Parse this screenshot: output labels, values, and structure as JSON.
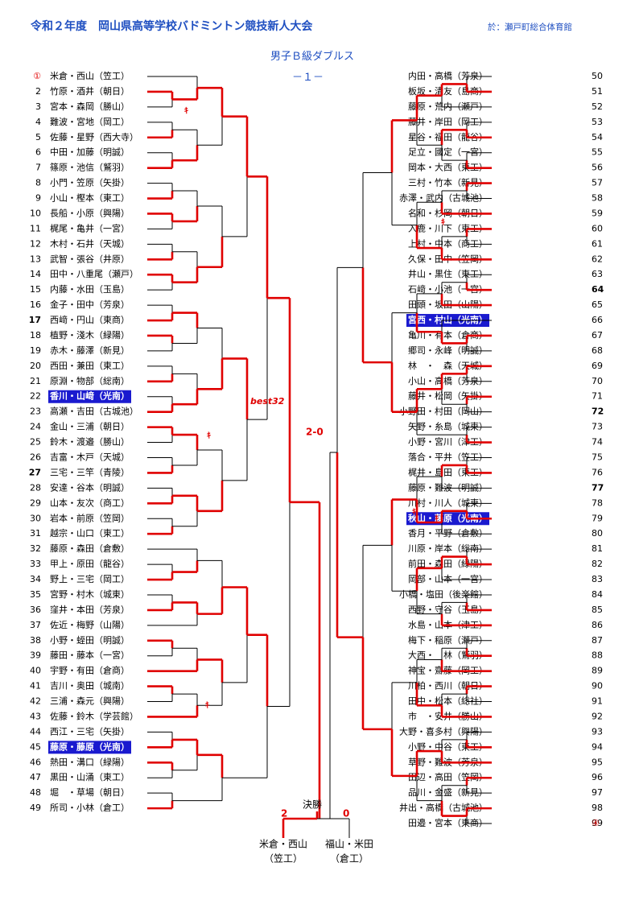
{
  "header": {
    "title": "令和２年度　岡山県高等学校バドミントン競技新人大会",
    "venue": "於：瀬戸町総合体育館",
    "event": "男子Ｂ級ダブルス",
    "page": "－１－"
  },
  "labels": {
    "best32": "best32",
    "semi_score": "2-0",
    "final_label": "決勝",
    "final_score_left": "2",
    "final_score_right": "0",
    "forfeit_mark": "ｷ"
  },
  "finalists": {
    "left_names": "米倉・西山",
    "left_school": "（笠工）",
    "right_names": "福山・米田",
    "right_school": "（倉工）"
  },
  "left_entries": [
    {
      "num": "①",
      "name": "米倉・西山（笠工）"
    },
    {
      "num": "2",
      "name": "竹原・酒井（朝日）"
    },
    {
      "num": "3",
      "name": "宮本・森岡（勝山）"
    },
    {
      "num": "4",
      "name": "難波・宮地（岡工）"
    },
    {
      "num": "5",
      "name": "佐藤・星野（西大寺）"
    },
    {
      "num": "6",
      "name": "中田・加藤（明誠）"
    },
    {
      "num": "7",
      "name": "篠原・池信（鷲羽）"
    },
    {
      "num": "8",
      "name": "小門・笠原（矢掛）"
    },
    {
      "num": "9",
      "name": "小山・樫本（東工）"
    },
    {
      "num": "10",
      "name": "長船・小原（興陽）"
    },
    {
      "num": "11",
      "name": "梶尾・亀井（一宮）"
    },
    {
      "num": "12",
      "name": "木村・石井（天城）"
    },
    {
      "num": "13",
      "name": "武智・張谷（井原）"
    },
    {
      "num": "14",
      "name": "田中・八重尾（瀬戸）"
    },
    {
      "num": "15",
      "name": "内藤・水田（玉島）"
    },
    {
      "num": "16",
      "name": "金子・田中（芳泉）"
    },
    {
      "num": "17",
      "name": "西﨑・円山（東商）"
    },
    {
      "num": "18",
      "name": "植野・淺木（緑陽）"
    },
    {
      "num": "19",
      "name": "赤木・藤澤（新見）"
    },
    {
      "num": "20",
      "name": "西田・兼田（東工）"
    },
    {
      "num": "21",
      "name": "原淵・物部（総南）"
    },
    {
      "num": "22",
      "name": "香川・山﨑（光南）"
    },
    {
      "num": "23",
      "name": "高瀬・吉田（古城池）"
    },
    {
      "num": "24",
      "name": "金山・三浦（朝日）"
    },
    {
      "num": "25",
      "name": "鈴木・渡邉（勝山）"
    },
    {
      "num": "26",
      "name": "吉富・木戸（天城）"
    },
    {
      "num": "27",
      "name": "三宅・三竿（青陵）"
    },
    {
      "num": "28",
      "name": "安達・谷本（明誠）"
    },
    {
      "num": "29",
      "name": "山本・友次（商工）"
    },
    {
      "num": "30",
      "name": "岩本・前原（笠岡）"
    },
    {
      "num": "31",
      "name": "越宗・山口（東工）"
    },
    {
      "num": "32",
      "name": "藤原・森田（倉敷）"
    },
    {
      "num": "33",
      "name": "甲上・原田（龍谷）"
    },
    {
      "num": "34",
      "name": "野上・三宅（岡工）"
    },
    {
      "num": "35",
      "name": "宮野・村木（城東）"
    },
    {
      "num": "36",
      "name": "窪井・本田（芳泉）"
    },
    {
      "num": "37",
      "name": "佐近・梅野（山陽）"
    },
    {
      "num": "38",
      "name": "小野・蛭田（明誠）"
    },
    {
      "num": "39",
      "name": "藤田・藤本（一宮）"
    },
    {
      "num": "40",
      "name": "宇野・有田（倉商）"
    },
    {
      "num": "41",
      "name": "吉川・奥田（城南）"
    },
    {
      "num": "42",
      "name": "三浦・森元（興陽）"
    },
    {
      "num": "43",
      "name": "佐藤・鈴木（学芸館）"
    },
    {
      "num": "44",
      "name": "西江・三宅（矢掛）"
    },
    {
      "num": "45",
      "name": "藤原・藤原（光南）"
    },
    {
      "num": "46",
      "name": "熱田・溝口（緑陽）"
    },
    {
      "num": "47",
      "name": "黒田・山涌（東工）"
    },
    {
      "num": "48",
      "name": "堀　・草場（朝日）"
    },
    {
      "num": "49",
      "name": "所司・小林（倉工）"
    }
  ],
  "right_entries": [
    {
      "num": "50",
      "name": "内田・高橋（芳泉）"
    },
    {
      "num": "51",
      "name": "板坂・清友（島商）"
    },
    {
      "num": "52",
      "name": "藤原・荒内（瀬戸）"
    },
    {
      "num": "53",
      "name": "藤井・岸田（岡工）"
    },
    {
      "num": "54",
      "name": "星谷・福田（龍谷）"
    },
    {
      "num": "55",
      "name": "足立・國定（一宮）"
    },
    {
      "num": "56",
      "name": "岡本・大西（東工）"
    },
    {
      "num": "57",
      "name": "三村・竹本（新見）"
    },
    {
      "num": "58",
      "name": "赤澤・武内（古城池）"
    },
    {
      "num": "59",
      "name": "名和・杉岡（朝日）"
    },
    {
      "num": "60",
      "name": "入鹿・川下（東工）"
    },
    {
      "num": "61",
      "name": "上村・中本（商工）"
    },
    {
      "num": "62",
      "name": "久保・田中（笠岡）"
    },
    {
      "num": "63",
      "name": "井山・黒住（東工）"
    },
    {
      "num": "64",
      "name": "石﨑・小池（一宮）"
    },
    {
      "num": "65",
      "name": "田頭・坂田（山陽）"
    },
    {
      "num": "66",
      "name": "宮西・村山（光南）"
    },
    {
      "num": "67",
      "name": "亀川・有本（倉商）"
    },
    {
      "num": "68",
      "name": "郷司・永峰（明誠）"
    },
    {
      "num": "69",
      "name": "林　・　森（天城）"
    },
    {
      "num": "70",
      "name": "小山・高橋（芳泉）"
    },
    {
      "num": "71",
      "name": "藤井・松岡（矢掛）"
    },
    {
      "num": "72",
      "name": "小野田・村田（岡山）"
    },
    {
      "num": "73",
      "name": "矢野・糸島（城東）"
    },
    {
      "num": "74",
      "name": "小野・宮川（津工）"
    },
    {
      "num": "75",
      "name": "落合・平井（笠工）"
    },
    {
      "num": "76",
      "name": "梶井・島田（東工）"
    },
    {
      "num": "77",
      "name": "藤原・難波（明誠）"
    },
    {
      "num": "78",
      "name": "川村・川人（城東）"
    },
    {
      "num": "79",
      "name": "秋山・藤原（光南）"
    },
    {
      "num": "80",
      "name": "香月・平野（倉敷）"
    },
    {
      "num": "81",
      "name": "川原・岸本（総南）"
    },
    {
      "num": "82",
      "name": "前田・森田（緑陽）"
    },
    {
      "num": "83",
      "name": "岡部・山本（一宮）"
    },
    {
      "num": "84",
      "name": "小橋・塩田（後楽館）"
    },
    {
      "num": "85",
      "name": "西野・守谷（玉島）"
    },
    {
      "num": "86",
      "name": "水島・山本（津工）"
    },
    {
      "num": "87",
      "name": "梅下・稲原（瀬戸）"
    },
    {
      "num": "88",
      "name": "大西・　林（鷲羽）"
    },
    {
      "num": "89",
      "name": "神宝・齋藤（岡工）"
    },
    {
      "num": "90",
      "name": "川柏・西川（朝日）"
    },
    {
      "num": "91",
      "name": "田中・松本（総社）"
    },
    {
      "num": "92",
      "name": "市　・安井（勝山）"
    },
    {
      "num": "93",
      "name": "大野・喜多村（興陽）"
    },
    {
      "num": "94",
      "name": "小野・中谷（東工）"
    },
    {
      "num": "95",
      "name": "草野・難波（芳泉）"
    },
    {
      "num": "96",
      "name": "田辺・高田（笠岡）"
    },
    {
      "num": "97",
      "name": "品川・金盛（新見）"
    },
    {
      "num": "98",
      "name": "井出・高橋（古城池）"
    },
    {
      "num": "99",
      "name": "田邉・宮本（東商）"
    }
  ],
  "right_last_seed": "④",
  "bold_nums": [
    "17",
    "27",
    "64",
    "72",
    "77"
  ],
  "colors": {
    "winner": "#e00000",
    "line": "#000000",
    "accent": "#1f4fc1",
    "highlight_bg": "#1a1acf",
    "highlight_text": "#ffffff",
    "seed": "#e00000"
  },
  "highlighted_left": [
    22,
    45
  ],
  "highlighted_right": [
    66,
    79
  ]
}
